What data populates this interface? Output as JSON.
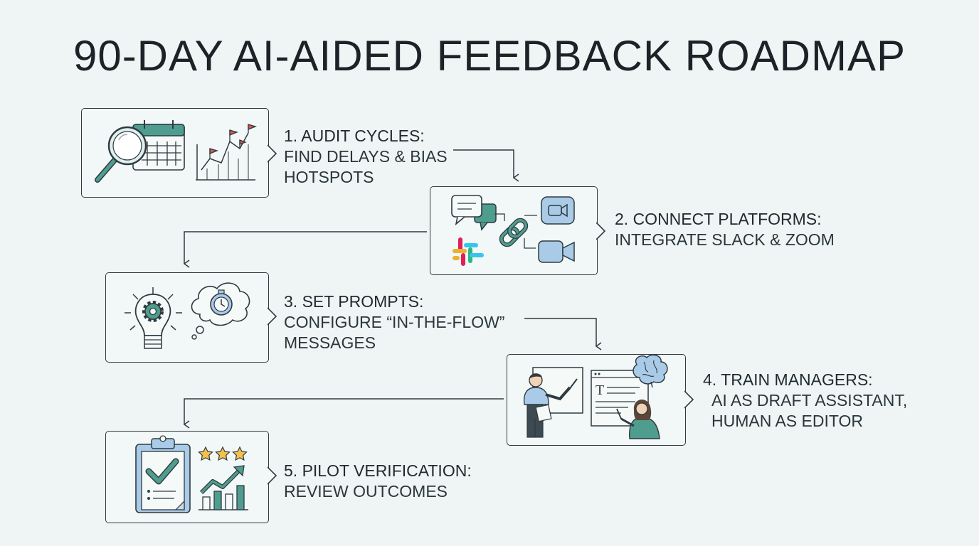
{
  "title": "90-DAY AI-AIDED FEEDBACK ROADMAP",
  "colors": {
    "background": "#eef5f4",
    "teal": "#4f9d8e",
    "red_flag": "#d9534f",
    "blue": "#a9cbe8",
    "outline": "#2f3a40"
  },
  "steps": [
    {
      "heading": "1. AUDIT CYCLES:",
      "line1": "FIND DELAYS & BIAS",
      "line2": "HOTSPOTS",
      "icons": [
        "magnifier-icon",
        "calendar-icon",
        "flag-chart-icon"
      ]
    },
    {
      "heading": "2. CONNECT PLATFORMS:",
      "line1": "INTEGRATE SLACK & ZOOM",
      "line2": "",
      "icons": [
        "chat-bubbles-icon",
        "slack-logo-icon",
        "link-chain-icon",
        "zoom-video-icon"
      ]
    },
    {
      "heading": "3. SET PROMPTS:",
      "line1": "CONFIGURE “IN-THE-FLOW”",
      "line2": "MESSAGES",
      "icons": [
        "lightbulb-gear-icon",
        "thought-stopwatch-icon"
      ]
    },
    {
      "heading": "4. TRAIN MANAGERS:",
      "line1": "AI AS DRAFT ASSISTANT,",
      "line2": "HUMAN AS EDITOR",
      "icons": [
        "presenter-icon",
        "document-editor-icon",
        "brain-icon"
      ]
    },
    {
      "heading": "5. PILOT VERIFICATION:",
      "line1": "REVIEW OUTCOMES",
      "line2": "",
      "icons": [
        "clipboard-check-icon",
        "stars-icon",
        "growth-chart-icon"
      ]
    }
  ]
}
